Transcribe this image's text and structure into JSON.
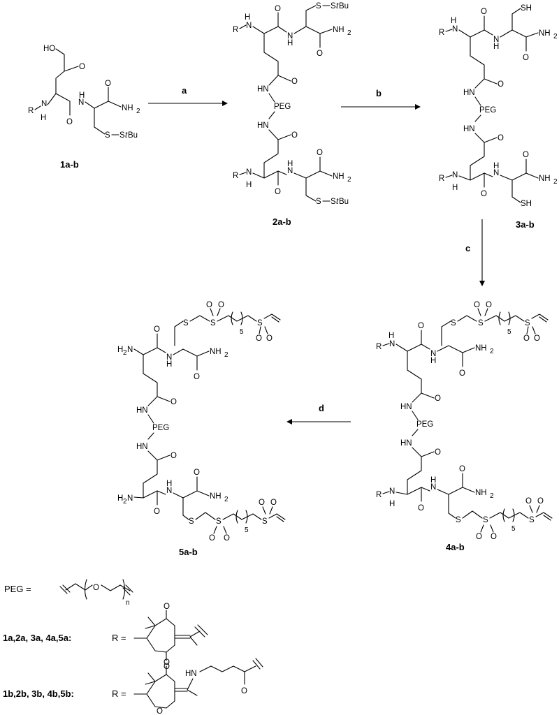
{
  "compounds": {
    "c1": "1a-b",
    "c2": "2a-b",
    "c3": "3a-b",
    "c4": "4a-b",
    "c5": "5a-b"
  },
  "steps": {
    "a": "a",
    "b": "b",
    "c": "c",
    "d": "d"
  },
  "atoms": {
    "ho": "HO",
    "o": "O",
    "r": "R",
    "h": "H",
    "n": "N",
    "nh2": "NH",
    "two": "2",
    "ss": "S",
    "stbu_t": "t",
    "stbu_bu": "Bu",
    "hn": "HN",
    "peg": "PEG",
    "sh": "SH",
    "s": "S",
    "five": "5",
    "h2n": "H",
    "n_sub": "n"
  },
  "legend": {
    "peg_def": "PEG =",
    "r_a_def": "1a,2a, 3a, 4a,5a:",
    "r_b_def": "1b,2b, 3b, 4b,5b:",
    "r_eq": "R =",
    "hn": "HN",
    "o": "O"
  }
}
